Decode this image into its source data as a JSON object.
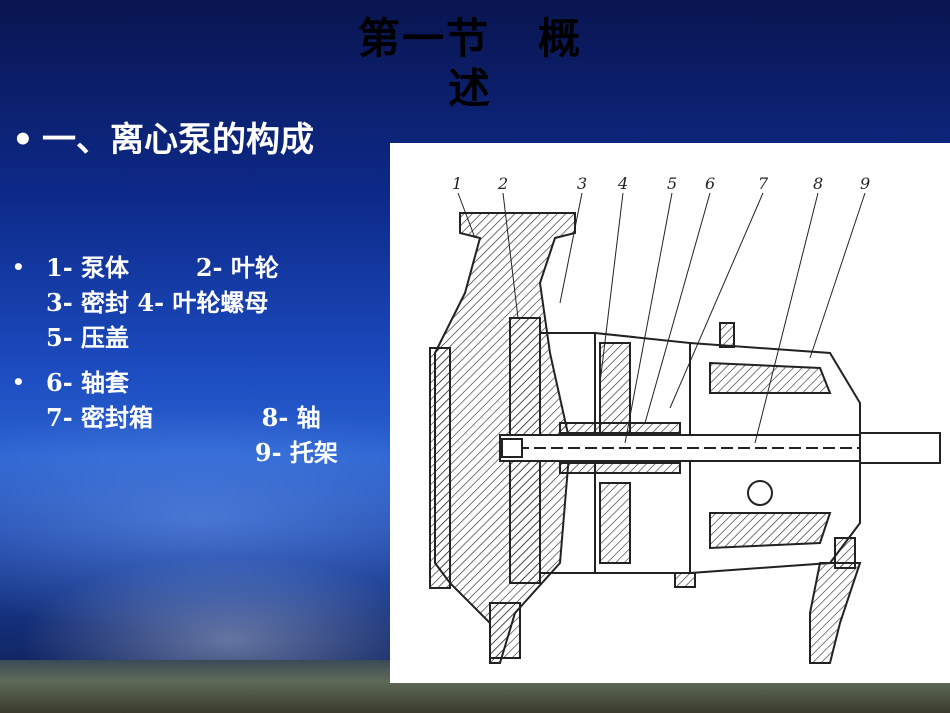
{
  "slide": {
    "title_line1_left": "第一节",
    "title_line1_right": "概",
    "title_line2": "述",
    "heading": "一、离心泵的构成",
    "bullet_mark": "•",
    "bullets": [
      {
        "lines": [
          "1- 泵体        2- 叶轮",
          "3- 密封 4- 叶轮螺母",
          "5- 压盖"
        ]
      },
      {
        "lines": [
          "6- 轴套",
          "7- 密封箱             8- 轴",
          "                         9- 托架"
        ]
      }
    ]
  },
  "drawing": {
    "part_numbers": [
      "1",
      "2",
      "3",
      "4",
      "5",
      "6",
      "7",
      "8",
      "9"
    ],
    "background": "#ffffff",
    "line_color": "#222222"
  }
}
